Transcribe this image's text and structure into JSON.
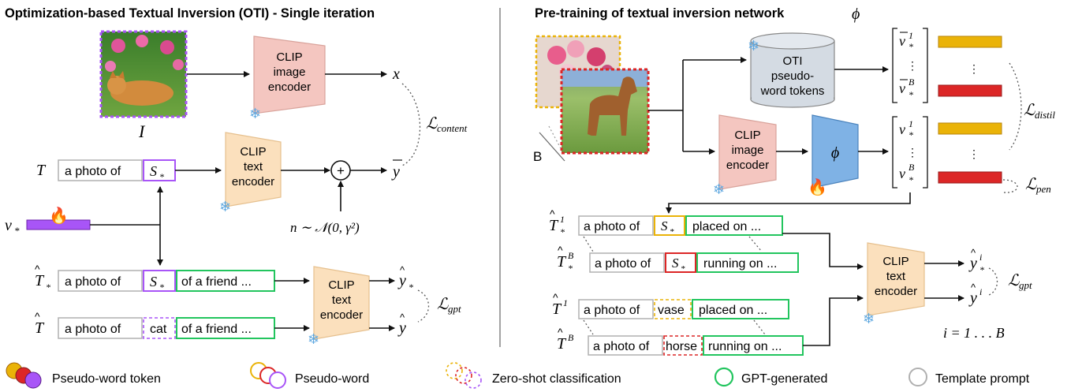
{
  "titles": {
    "left": "Optimization-based Textual Inversion (OTI) - Single iteration",
    "right": "Pre-training of textual inversion network",
    "right_symbol": "ϕ"
  },
  "left_panel": {
    "image_label": "I",
    "encoder_image": [
      "CLIP",
      "image",
      "encoder"
    ],
    "encoder_text": [
      "CLIP",
      "text",
      "encoder"
    ],
    "output_x": "x",
    "output_y": "y",
    "loss_content": "content",
    "loss_gpt": "gpt",
    "template_label": "T",
    "template_text": "a photo of",
    "pseudo_token": "S",
    "v_label": "v",
    "noise": "n ∼ 𝒩(0, γ²)",
    "plus": "+",
    "t_star_label": "T",
    "gpt_text": "of a friend ...",
    "t_label": "T",
    "class_word": "cat",
    "y_star": "y",
    "y_hat": "y"
  },
  "right_panel": {
    "batch_label": "B",
    "oti_db": [
      "OTI",
      "pseudo-",
      "word tokens"
    ],
    "phi": "ϕ",
    "encoder_image": [
      "CLIP",
      "image",
      "encoder"
    ],
    "encoder_text": [
      "CLIP",
      "text",
      "encoder"
    ],
    "loss_distil": "distil",
    "loss_pen": "pen",
    "loss_gpt": "gpt",
    "template_text": "a photo of",
    "pseudo_token": "S",
    "gpt_1": "placed on ...",
    "gpt_b": "running on ...",
    "class_1": "vase",
    "class_b": "horse",
    "range": "i = 1 . . . B"
  },
  "legend": [
    "Pseudo-word token",
    "Pseudo-word",
    "Zero-shot classification",
    "GPT-generated",
    "Template prompt"
  ],
  "colors": {
    "purple": "#a855f7",
    "red": "#dc2626",
    "yellow": "#eab308",
    "green": "#22c55e",
    "gray": "#b0b0b0",
    "encoder_pink": "#f4c6c0",
    "encoder_orange": "#fbe0bd",
    "phi_blue": "#7fb2e5",
    "db_gray": "#d4dbe3"
  }
}
